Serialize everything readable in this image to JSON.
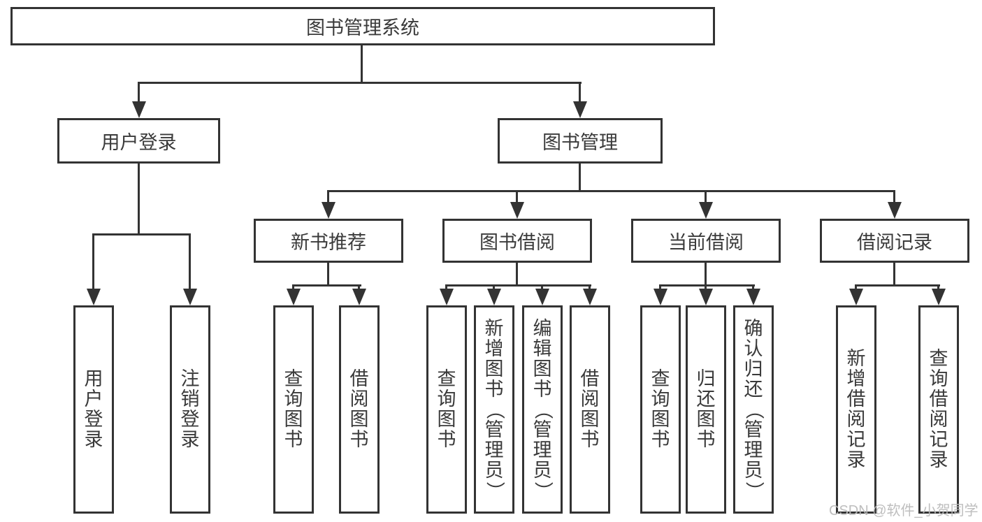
{
  "diagram": {
    "root": {
      "label": "图书管理系统"
    },
    "level2": [
      {
        "label": "用户登录"
      },
      {
        "label": "图书管理"
      }
    ],
    "level3": [
      {
        "label": "新书推荐"
      },
      {
        "label": "图书借阅"
      },
      {
        "label": "当前借阅"
      },
      {
        "label": "借阅记录"
      }
    ],
    "leaves": {
      "user_login": [
        "用户登录",
        "注销登录"
      ],
      "new_book": [
        "查询图书",
        "借阅图书"
      ],
      "book_borrow": [
        "查询图书",
        "新增图书（管理员）",
        "编辑图书（管理员）",
        "借阅图书"
      ],
      "current_borrow": [
        "查询图书",
        "归还图书",
        "确认归还（管理员）"
      ],
      "borrow_record": [
        "新增借阅记录",
        "查询借阅记录"
      ]
    }
  },
  "watermark": {
    "text": "CSDN @软件_小贺同学"
  },
  "colors": {
    "line": "#333333",
    "text": "#3a3a3a",
    "watermark": "#bababa",
    "background": "#ffffff"
  }
}
